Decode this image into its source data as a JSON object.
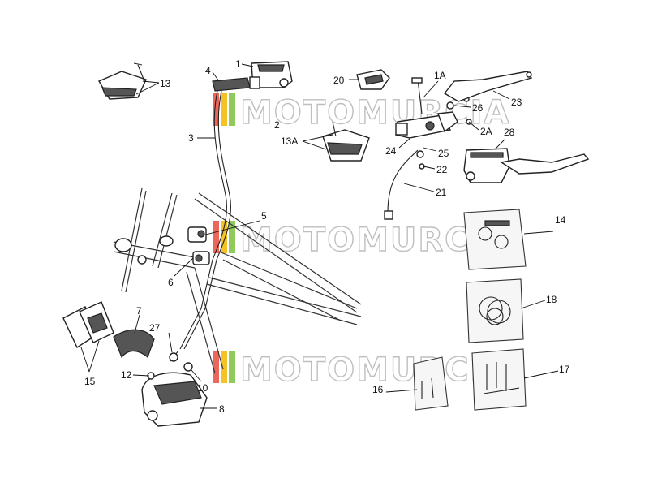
{
  "watermark": {
    "text": "MOTOMURCIA",
    "colors": [
      "#e84c3d",
      "#f5b800",
      "#7fbf3f"
    ]
  },
  "callouts": [
    "1",
    "1A",
    "2",
    "2A",
    "3",
    "4",
    "5",
    "6",
    "7",
    "8",
    "10",
    "12",
    "13",
    "13A",
    "14",
    "15",
    "16",
    "17",
    "18",
    "20",
    "21",
    "22",
    "23",
    "24",
    "25",
    "26",
    "27",
    "28"
  ]
}
